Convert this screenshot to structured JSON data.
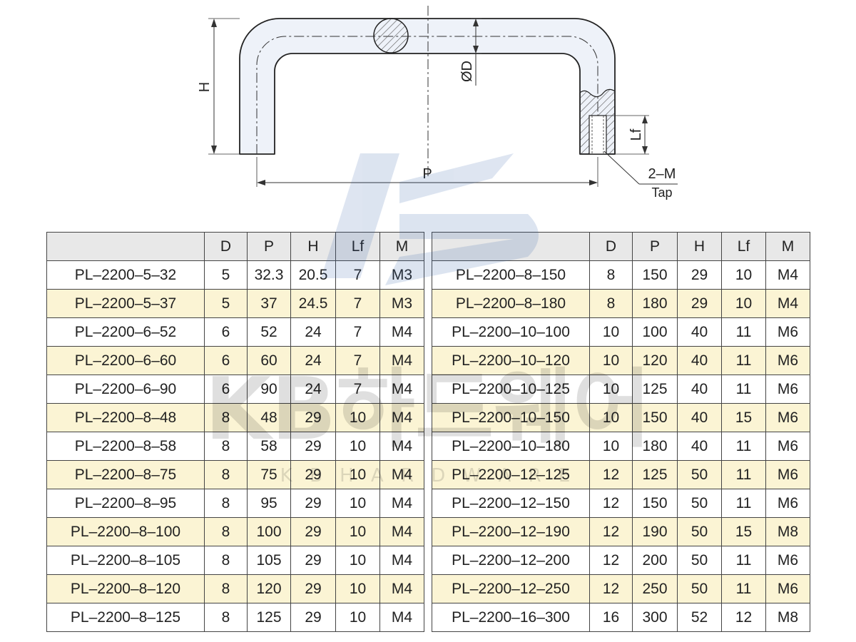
{
  "drawing": {
    "labels": {
      "H": "H",
      "D": "ØD",
      "P": "P",
      "Lf": "Lf",
      "M": "2–M",
      "tap": "Tap"
    },
    "watermark": {
      "brand": "KB하드웨어",
      "sub": "K B   H A R D W A R E"
    }
  },
  "tables": {
    "header": [
      "",
      "D",
      "P",
      "H",
      "Lf",
      "M"
    ],
    "left": [
      [
        "PL–2200–5–32",
        "5",
        "32.3",
        "20.5",
        "7",
        "M3"
      ],
      [
        "PL–2200–5–37",
        "5",
        "37",
        "24.5",
        "7",
        "M3"
      ],
      [
        "PL–2200–6–52",
        "6",
        "52",
        "24",
        "7",
        "M4"
      ],
      [
        "PL–2200–6–60",
        "6",
        "60",
        "24",
        "7",
        "M4"
      ],
      [
        "PL–2200–6–90",
        "6",
        "90",
        "24",
        "7",
        "M4"
      ],
      [
        "PL–2200–8–48",
        "8",
        "48",
        "29",
        "10",
        "M4"
      ],
      [
        "PL–2200–8–58",
        "8",
        "58",
        "29",
        "10",
        "M4"
      ],
      [
        "PL–2200–8–75",
        "8",
        "75",
        "29",
        "10",
        "M4"
      ],
      [
        "PL–2200–8–95",
        "8",
        "95",
        "29",
        "10",
        "M4"
      ],
      [
        "PL–2200–8–100",
        "8",
        "100",
        "29",
        "10",
        "M4"
      ],
      [
        "PL–2200–8–105",
        "8",
        "105",
        "29",
        "10",
        "M4"
      ],
      [
        "PL–2200–8–120",
        "8",
        "120",
        "29",
        "10",
        "M4"
      ],
      [
        "PL–2200–8–125",
        "8",
        "125",
        "29",
        "10",
        "M4"
      ]
    ],
    "right": [
      [
        "PL–2200–8–150",
        "8",
        "150",
        "29",
        "10",
        "M4"
      ],
      [
        "PL–2200–8–180",
        "8",
        "180",
        "29",
        "10",
        "M4"
      ],
      [
        "PL–2200–10–100",
        "10",
        "100",
        "40",
        "11",
        "M6"
      ],
      [
        "PL–2200–10–120",
        "10",
        "120",
        "40",
        "11",
        "M6"
      ],
      [
        "PL–2200–10–125",
        "10",
        "125",
        "40",
        "11",
        "M6"
      ],
      [
        "PL–2200–10–150",
        "10",
        "150",
        "40",
        "15",
        "M6"
      ],
      [
        "PL–2200–10–180",
        "10",
        "180",
        "40",
        "11",
        "M6"
      ],
      [
        "PL–2200–12–125",
        "12",
        "125",
        "50",
        "11",
        "M6"
      ],
      [
        "PL–2200–12–150",
        "12",
        "150",
        "50",
        "11",
        "M6"
      ],
      [
        "PL–2200–12–190",
        "12",
        "190",
        "50",
        "15",
        "M8"
      ],
      [
        "PL–2200–12–200",
        "12",
        "200",
        "50",
        "11",
        "M6"
      ],
      [
        "PL–2200–12–250",
        "12",
        "250",
        "50",
        "11",
        "M6"
      ],
      [
        "PL–2200–16–300",
        "16",
        "300",
        "52",
        "12",
        "M8"
      ]
    ]
  }
}
